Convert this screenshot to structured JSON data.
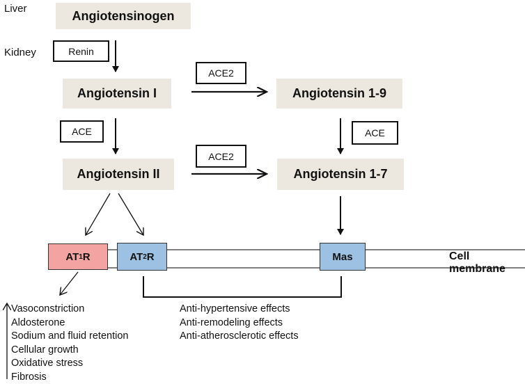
{
  "organs": {
    "liver": "Liver",
    "kidney": "Kidney"
  },
  "nodes": {
    "angiotensinogen": "Angiotensinogen",
    "angiotensin_i": "Angiotensin I",
    "angiotensin_ii": "Angiotensin II",
    "angiotensin_1_9": "Angiotensin 1-9",
    "angiotensin_1_7": "Angiotensin 1-7"
  },
  "enzymes": {
    "renin": "Renin",
    "ace_left": "ACE",
    "ace_right": "ACE",
    "ace2_top": "ACE2",
    "ace2_bottom": "ACE2"
  },
  "receptors": {
    "at1r": {
      "pre": "AT",
      "sub": "1",
      "post": "R",
      "color": "#f4a3a3"
    },
    "at2r": {
      "pre": "AT",
      "sub": "2",
      "post": "R",
      "color": "#9dc1e3"
    },
    "mas": {
      "label": "Mas",
      "color": "#9dc1e3"
    }
  },
  "membrane_label": "Cell membrane",
  "at1_effects": [
    "Vasoconstriction",
    "Aldosterone",
    "Sodium and fluid retention",
    "Cellular growth",
    "Oxidative stress",
    "Fibrosis"
  ],
  "protective_effects": [
    "Anti-hypertensive effects",
    "Anti-remodeling effects",
    "Anti-atherosclerotic effects"
  ]
}
